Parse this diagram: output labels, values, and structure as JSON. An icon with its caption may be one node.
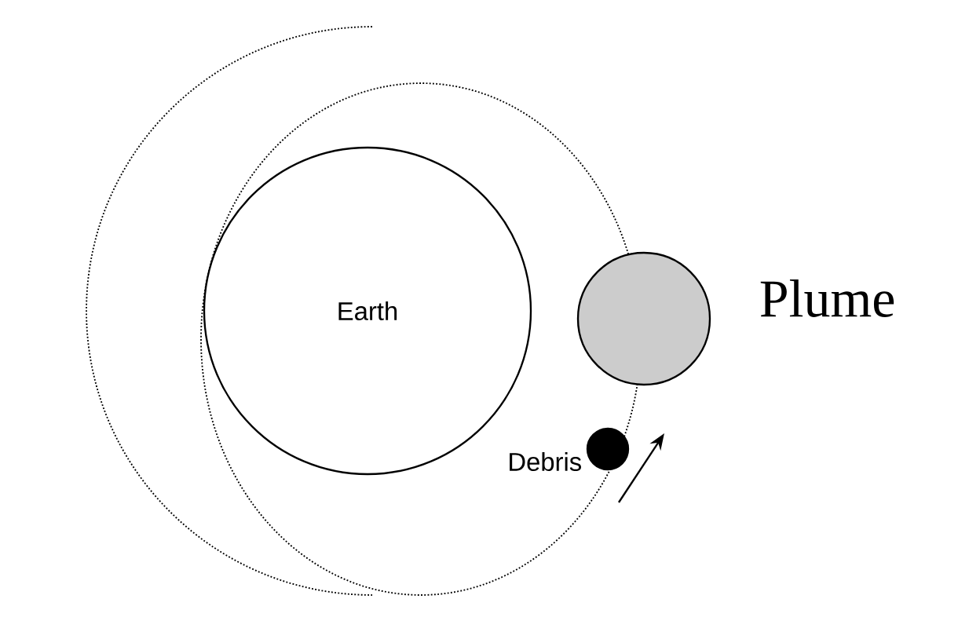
{
  "diagram": {
    "nodes": [
      {
        "text": [
          "Earth"
        ]
      },
      {
        "text": [],
        "shape": "circle",
        "beside": [
          "Plume"
        ]
      },
      {
        "text": [],
        "shape": "circle",
        "beside": [
          "Debris"
        ]
      }
    ]
  }
}
